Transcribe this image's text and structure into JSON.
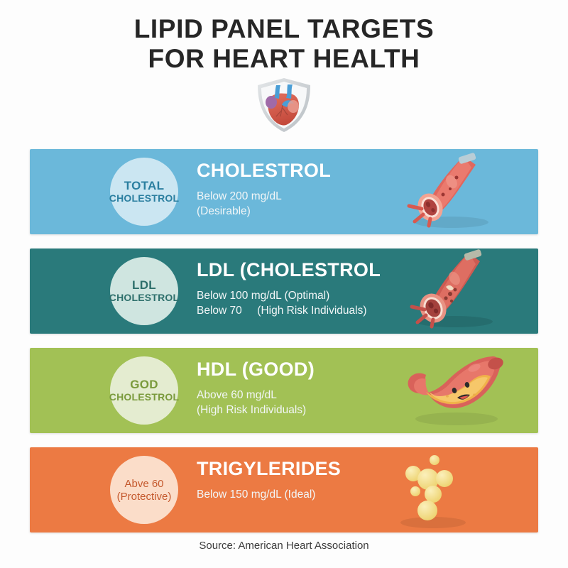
{
  "title": {
    "line1": "LIPID PANEL TARGETS",
    "line2": "FOR HEART HEALTH"
  },
  "hero_icon": {
    "name": "heart-shield-icon",
    "shield_color": "#c9cdd1",
    "heart_color": "#d9604f"
  },
  "rows": [
    {
      "id": "total-cholesterol",
      "band_color": "#6BB8DA",
      "circle_color": "#cbe6f2",
      "circle_text_color": "#2b7fa0",
      "circle_line1": "TOTAL",
      "circle_line2": "CHOLESTROL",
      "heading": "CHOLESTROL",
      "detail": "Below 200 mg/dL\n(Desirable)",
      "art": "artery-icon"
    },
    {
      "id": "ldl-cholesterol",
      "band_color": "#2A7A7B",
      "circle_color": "#cfe5e0",
      "circle_text_color": "#2d6f6b",
      "circle_line1": "LDL",
      "circle_line2": "CHOLESTROL",
      "heading": "LDL (CHOLESTROL",
      "detail": "Below 100 mg/dL (Optimal)\nBelow 70     (High Risk Individuals)",
      "art": "artery-plaque-icon"
    },
    {
      "id": "hdl-cholesterol",
      "band_color": "#A2C155",
      "circle_color": "#e4ecd0",
      "circle_text_color": "#7a9a3c",
      "circle_line1": "GOD",
      "circle_line2": "CHOLESTROL",
      "heading": "HDL (GOOD)",
      "detail": "Above 60 mg/dL\n(High Risk Individuals)",
      "art": "happy-artery-icon"
    },
    {
      "id": "triglycerides",
      "band_color": "#EC7A43",
      "circle_color": "#fbddc9",
      "circle_text_color": "#c4582c",
      "circle_line1": "Abve 60",
      "circle_line2": "(Protective)",
      "heading": "TRIGYLERIDES",
      "detail": "Below 150 mg/dL (Ideal)",
      "art": "fat-globules-icon"
    }
  ],
  "footer": {
    "source": "Source: American Heart Association"
  }
}
